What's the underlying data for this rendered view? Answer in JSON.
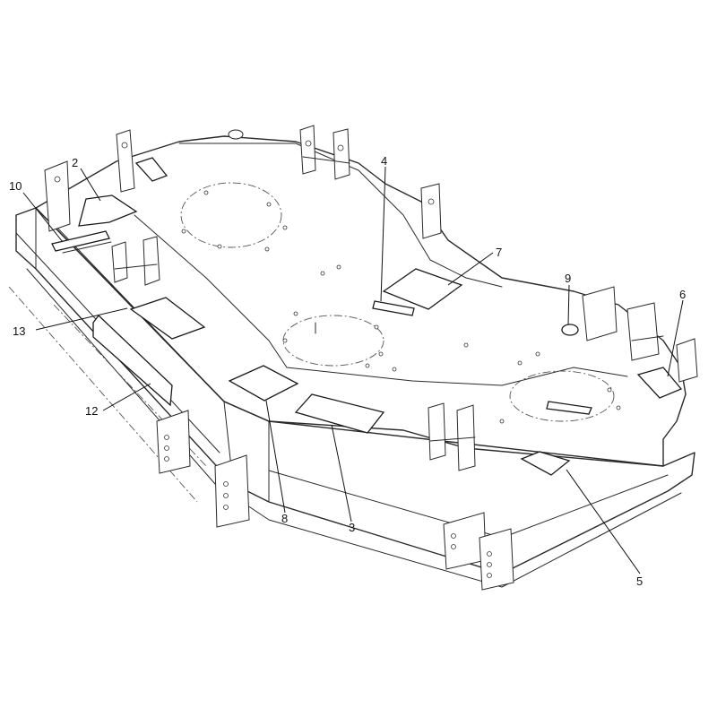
{
  "callouts": [
    {
      "id": "c2",
      "label": "2"
    },
    {
      "id": "c10",
      "label": "10"
    },
    {
      "id": "c13",
      "label": "13"
    },
    {
      "id": "c12",
      "label": "12"
    },
    {
      "id": "c4",
      "label": "4"
    },
    {
      "id": "c7",
      "label": "7"
    },
    {
      "id": "c9",
      "label": "9"
    },
    {
      "id": "c6",
      "label": "6"
    },
    {
      "id": "c8",
      "label": "8"
    },
    {
      "id": "c3",
      "label": "3"
    },
    {
      "id": "c5",
      "label": "5"
    }
  ]
}
